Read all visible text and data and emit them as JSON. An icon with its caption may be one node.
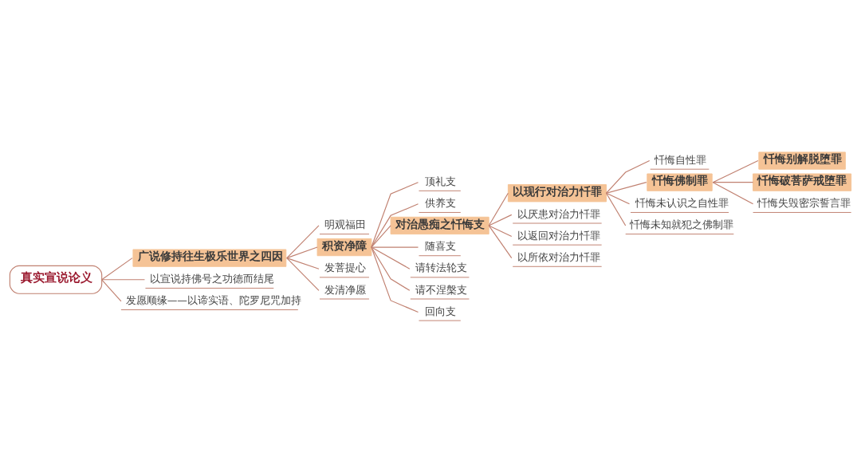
{
  "diagram": {
    "nodes": [
      {
        "text": [
          "真实宣说论义"
        ]
      },
      {
        "text": [
          "广说修持往生极乐世界之四因"
        ]
      },
      {
        "text": [
          "明观福田"
        ]
      },
      {
        "text": [
          "积资净障"
        ]
      },
      {
        "text": [
          "顶礼支"
        ]
      },
      {
        "text": [
          "供养支"
        ]
      },
      {
        "text": [
          "对治愚痴之忏悔支"
        ]
      },
      {
        "text": [
          "以现行对治力忏罪"
        ]
      },
      {
        "text": [
          "忏悔自性罪"
        ]
      },
      {
        "text": [
          "忏悔佛制罪"
        ]
      },
      {
        "text": [
          "忏悔别解脱堕罪"
        ]
      },
      {
        "text": [
          "忏悔破菩萨戒堕罪"
        ]
      },
      {
        "text": [
          "忏悔失毁密宗誓言罪"
        ]
      },
      {
        "text": [
          "忏悔未认识之自性罪"
        ]
      },
      {
        "text": [
          "忏悔未知就犯之佛制罪"
        ]
      },
      {
        "text": [
          "以厌患对治力忏罪"
        ]
      },
      {
        "text": [
          "以返回对治力忏罪"
        ]
      },
      {
        "text": [
          "以所依对治力忏罪"
        ]
      },
      {
        "text": [
          "随喜支"
        ]
      },
      {
        "text": [
          "请转法轮支"
        ]
      },
      {
        "text": [
          "请不涅槃支"
        ]
      },
      {
        "text": [
          "回向支"
        ]
      },
      {
        "text": [
          "发菩提心"
        ]
      },
      {
        "text": [
          "发清净愿"
        ]
      },
      {
        "text": [
          "以宣说持佛号之功德而结尾"
        ]
      },
      {
        "text": [
          "发愿顺缘——以谛实语、陀罗尼咒加持"
        ]
      }
    ],
    "edges": [
      {
        "from": 0,
        "to": 1,
        "arrow": "none"
      },
      {
        "from": 1,
        "to": 2,
        "arrow": "none"
      },
      {
        "from": 1,
        "to": 3,
        "arrow": "none"
      },
      {
        "from": 3,
        "to": 4,
        "arrow": "none"
      },
      {
        "from": 3,
        "to": 5,
        "arrow": "none"
      },
      {
        "from": 3,
        "to": 6,
        "arrow": "none"
      },
      {
        "from": 6,
        "to": 7,
        "arrow": "none"
      },
      {
        "from": 7,
        "to": 8,
        "arrow": "none"
      },
      {
        "from": 7,
        "to": 9,
        "arrow": "none"
      },
      {
        "from": 9,
        "to": 10,
        "arrow": "none"
      },
      {
        "from": 9,
        "to": 11,
        "arrow": "none"
      },
      {
        "from": 9,
        "to": 12,
        "arrow": "none"
      },
      {
        "from": 7,
        "to": 13,
        "arrow": "none"
      },
      {
        "from": 7,
        "to": 14,
        "arrow": "none"
      },
      {
        "from": 6,
        "to": 15,
        "arrow": "none"
      },
      {
        "from": 6,
        "to": 16,
        "arrow": "none"
      },
      {
        "from": 6,
        "to": 17,
        "arrow": "none"
      },
      {
        "from": 3,
        "to": 18,
        "arrow": "none"
      },
      {
        "from": 3,
        "to": 19,
        "arrow": "none"
      },
      {
        "from": 3,
        "to": 20,
        "arrow": "none"
      },
      {
        "from": 3,
        "to": 21,
        "arrow": "none"
      },
      {
        "from": 1,
        "to": 22,
        "arrow": "none"
      },
      {
        "from": 1,
        "to": 23,
        "arrow": "none"
      },
      {
        "from": 0,
        "to": 24,
        "arrow": "none"
      },
      {
        "from": 0,
        "to": 25,
        "arrow": "none"
      }
    ]
  }
}
